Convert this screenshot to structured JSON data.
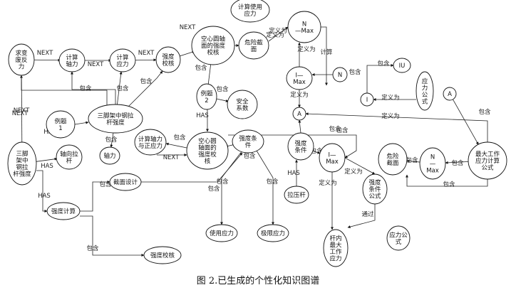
{
  "caption": "图 2.已生成的个性化知识图谱",
  "nodes": {
    "n01": "计算使用|应力",
    "n02": "N|—Max",
    "n03": "危险截|面",
    "n04": "空心圆轴|面的强度|校核",
    "n05": "求变|废反|力",
    "n06": "计算|轴力",
    "n07": "计算|应力",
    "n08": "强度|校核",
    "n09": "I—|Max",
    "n10": "N",
    "n11": "IU",
    "n12": "I",
    "n13": "应|力|公|式",
    "n14": "A",
    "n15": "例题|2",
    "n16": "安全|系数",
    "n17": "A",
    "n18": "三脚架中钢拉|杆强度",
    "n19": "例题|1",
    "n20": "计算轴力|与正应力",
    "n21": "空心圆|轴面的|强度校|核",
    "n22": "强度条|件",
    "n23": "强度|条件",
    "n24": "I—|Max",
    "n25": "危险|截面",
    "n26": "N|—|Max",
    "n27": "最大工作|应力计算|公式",
    "n28": "三脚|架中|钢拉|杆强度",
    "n29": "轴向拉|杆",
    "n30": "轴力",
    "n31": "截面设计",
    "n32": "强度|条件|公式",
    "n33": "拉压杆",
    "n34": "强度计算",
    "n35": "使用应力",
    "n36": "极限应力",
    "n37": "杆内|最大|工作|应力",
    "n38": "应力公|式",
    "n39": "强度校核"
  },
  "edge_labels": {
    "next": "NEXT",
    "contains": "包含",
    "defined_as": "定义为",
    "has": "HAS",
    "calc": "计算",
    "via": "通过"
  }
}
